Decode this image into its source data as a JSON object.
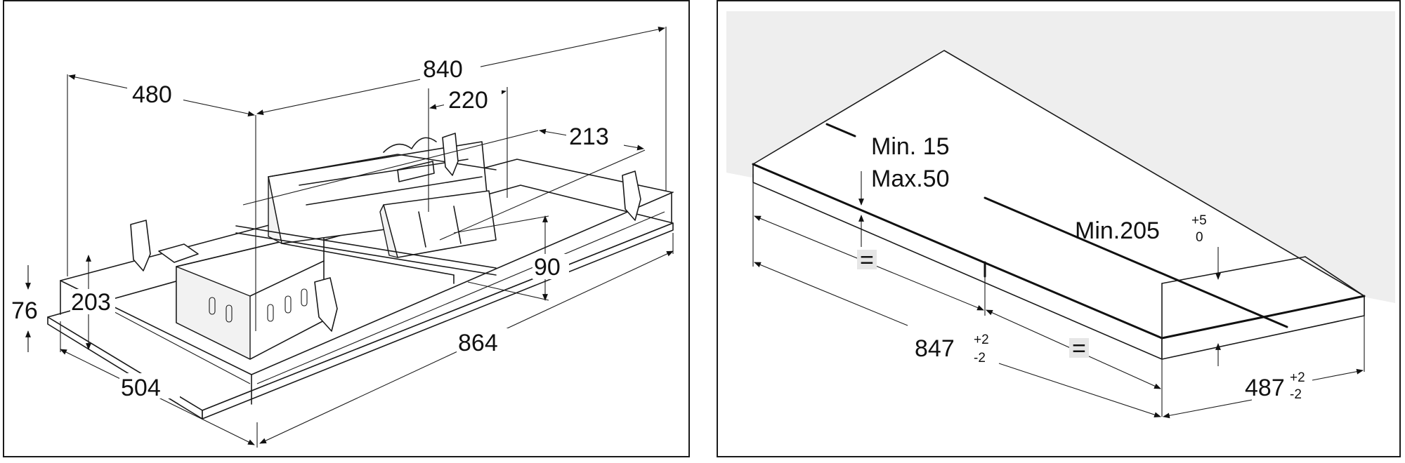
{
  "left_diagram": {
    "dimensions": {
      "d840": "840",
      "d480": "480",
      "d220": "220",
      "d213": "213",
      "d90": "90",
      "d76": "76",
      "d203": "203",
      "d864": "864",
      "d504": "504"
    }
  },
  "right_diagram": {
    "labels": {
      "min15": "Min. 15",
      "max50": "Max.50",
      "min205": "Min.205",
      "min205_sup": "+5",
      "min205_sub": "0",
      "d847": "847",
      "d847_sup": "+2",
      "d847_sub": "-2",
      "d487": "487",
      "d487_sup": "+2",
      "d487_sub": "-2",
      "equal_left": "=",
      "equal_right": "="
    },
    "colors": {
      "ceiling": "#eeeeee",
      "equal_box": "#e6e6e6"
    }
  }
}
